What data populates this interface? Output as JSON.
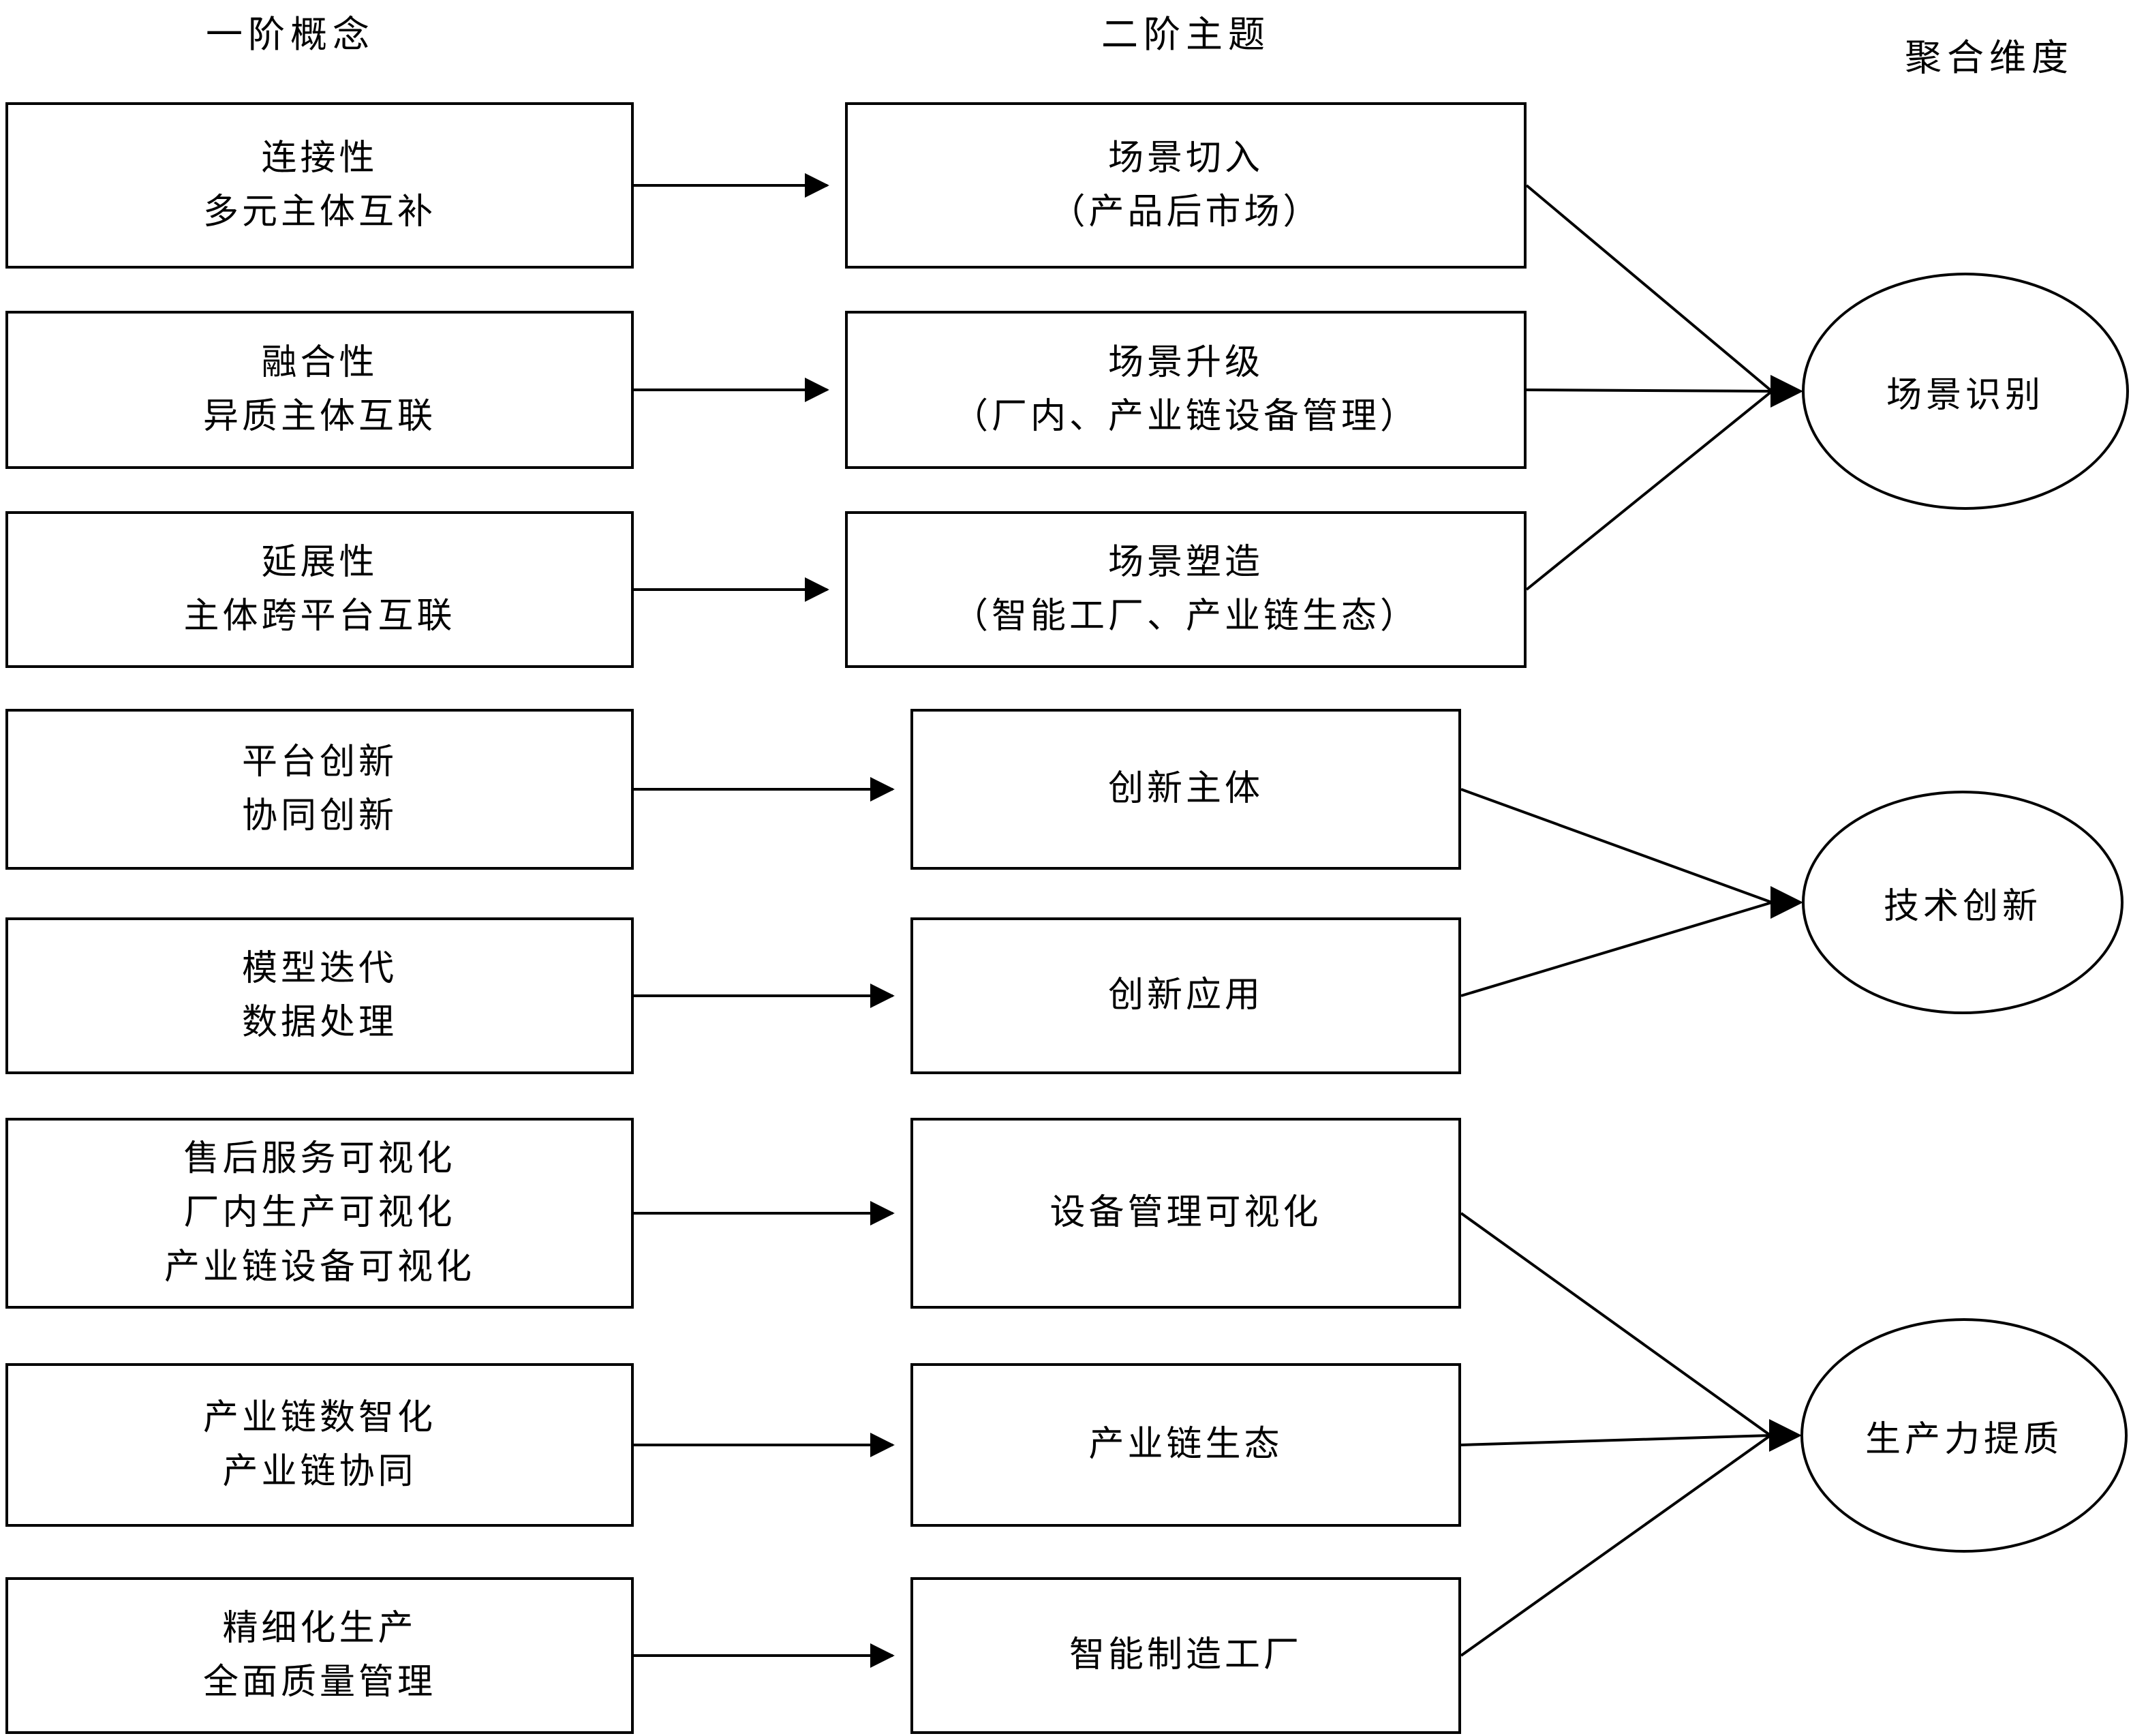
{
  "headers": {
    "first_order": "一阶概念",
    "second_order": "二阶主题",
    "aggregate": "聚合维度"
  },
  "first_order_boxes": [
    {
      "text": "连接性\n多元主体互补"
    },
    {
      "text": "融合性\n异质主体互联"
    },
    {
      "text": "延展性\n主体跨平台互联"
    },
    {
      "text": "平台创新\n协同创新"
    },
    {
      "text": "模型迭代\n数据处理"
    },
    {
      "text": "售后服务可视化\n厂内生产可视化\n产业链设备可视化"
    },
    {
      "text": "产业链数智化\n产业链协同"
    },
    {
      "text": "精细化生产\n全面质量管理"
    }
  ],
  "second_order_boxes": [
    {
      "text": "场景切入\n（产品后市场）"
    },
    {
      "text": "场景升级\n（厂内、产业链设备管理）"
    },
    {
      "text": "场景塑造\n（智能工厂、产业链生态）"
    },
    {
      "text": "创新主体"
    },
    {
      "text": "创新应用"
    },
    {
      "text": "设备管理可视化"
    },
    {
      "text": "产业链生态"
    },
    {
      "text": "智能制造工厂"
    }
  ],
  "aggregate_dimensions": [
    {
      "label": "场景识别"
    },
    {
      "label": "技术创新"
    },
    {
      "label": "生产力提质"
    }
  ],
  "colors": {
    "line": "#000000",
    "background": "#ffffff",
    "text": "#000000"
  }
}
